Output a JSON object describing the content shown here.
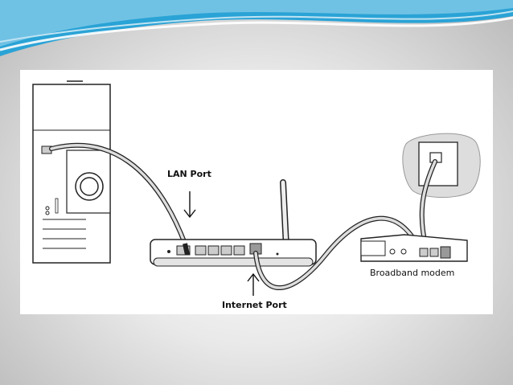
{
  "slide": {
    "accent_colors": [
      "#2aa3d6",
      "#7cc8e6",
      "#bfe3f2"
    ]
  },
  "diagram": {
    "labels": {
      "lan_port": "LAN Port",
      "internet_port": "Internet Port",
      "modem": "Broadband modem"
    }
  }
}
